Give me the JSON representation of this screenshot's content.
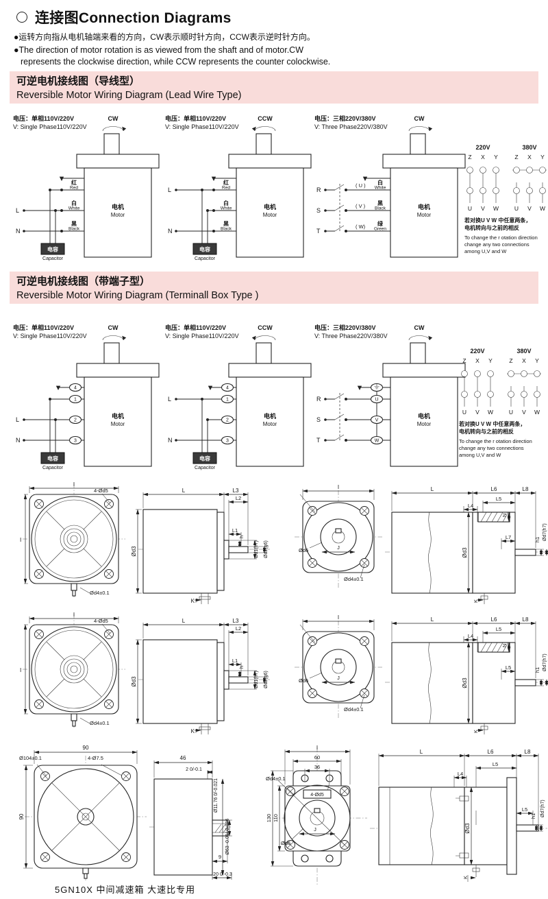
{
  "header": {
    "title": "连接图Connection Diagrams",
    "bullet1": "●运转方向指从电机轴端来看的方向，CW表示顺时针方向，CCW表示逆时针方向。",
    "bullet2_line1": "●The direction of motor rotation is as viewed from the shaft and of motor.CW",
    "bullet2_line2": "represents the clockwise direction, while CCW represents the counter colockwise."
  },
  "banners": {
    "lead": {
      "zh": "可逆电机接线图（导线型）",
      "en": "Reversible Motor Wiring Diagram (Lead Wire Type)"
    },
    "terminal": {
      "zh": "可逆电机接线图（带端子型）",
      "en": "Reversible Motor Wiring Diagram (Terminall Box Type )"
    }
  },
  "wiring": {
    "common": {
      "single_zh": "电压：单相110V/220V",
      "single_en": "V: Single Phase110V/220V",
      "three_zh": "电压：三相220V/380V",
      "three_en": "V: Three Phase220V/380V",
      "cw": "CW",
      "ccw": "CCW",
      "motor_zh": "电机",
      "motor_en": "Motor",
      "cap_zh": "电容",
      "cap_en": "Capacitor",
      "L": "L",
      "N": "N",
      "R": "R",
      "S": "S",
      "T": "T",
      "red_zh": "红",
      "red_en": "Red",
      "white_zh": "白",
      "white_en": "White",
      "black_zh": "黑",
      "black_en": "Black",
      "green_zh": "绿",
      "green_en": "Green",
      "u_paren": "( U )",
      "v_paren": "( V )",
      "w_paren": "( W)"
    },
    "terminals": {
      "t4": "4",
      "t1": "1",
      "t2": "2",
      "t3": "3",
      "u": "U",
      "v": "V",
      "w": "W"
    },
    "winding": {
      "v220": "220V",
      "v380": "380V",
      "z": "Z",
      "x": "X",
      "y": "Y",
      "u": "U",
      "v": "V",
      "w": "W",
      "note_zh1": "若对换U V W 中任意两条，",
      "note_zh2": "电机转向与之前的相反",
      "note_en1": "To change the r otation direction",
      "note_en2": "change  any two connections",
      "note_en3": "among U,V and W"
    }
  },
  "dims": {
    "front_a": {
      "i_top": "I",
      "i_left": "I",
      "holes": "4-Ød5",
      "shaft": "Ød4±0.1"
    },
    "side_a": {
      "L": "L",
      "L3": "L3",
      "L2": "L2",
      "L1": "L1",
      "h": "h",
      "d3": "Ød3",
      "d1": "Ød1(h7)",
      "d2": "Ød2(g6)",
      "K": "K"
    },
    "front_b": {
      "i_top": "I",
      "d6": "Ød6",
      "J": "J",
      "shaft": "Ød4±0.1"
    },
    "side_b1": {
      "L": "L",
      "L6": "L6",
      "L8": "L8",
      "L5": "L5",
      "L4": "L4",
      "N": "N",
      "d3": "Ød3",
      "h1": "h1",
      "d7": "Ød7(h7)",
      "near_shaft": "L7",
      "K": "K"
    },
    "side_b2": {
      "L": "L",
      "L6": "L6",
      "L8": "L8",
      "L5": "L5",
      "L4": "L4",
      "N": "N",
      "d3": "Ød3",
      "h1": "h1",
      "d7": "Ød7(h7)",
      "near_shaft": "L5",
      "K": "K"
    },
    "front_c": {
      "w": "90",
      "h": "90",
      "diag": "Ø104±0.1",
      "holes": "4-Ø7.5"
    },
    "side_c": {
      "w": "46",
      "step": "2 0/-0.1",
      "shaft_d": "Ø11.76 0/-0.021",
      "spigot_d": "Ø63 -0.01/-0.036",
      "depth": "9",
      "len": "20 0/-0.3"
    },
    "front_d": {
      "i_top": "I",
      "d60": "60",
      "d36": "36",
      "holes": "4-Ød5",
      "shaft": "Ød4±0.1",
      "d6": "Ød6",
      "J": "J",
      "h130": "130",
      "h110": "110"
    },
    "side_d": {
      "L": "L",
      "L6": "L6",
      "L8": "L8",
      "L5a": "L5",
      "L4": "L4",
      "d3": "Ød3",
      "L5b": "L5",
      "h1": "h1",
      "d7": "Ød7(h7)",
      "K": "K"
    }
  },
  "footer": {
    "caption": "5GN10X 中间减速箱 大速比专用"
  },
  "colors": {
    "banner_bg": "#f9dcda",
    "ink": "#141414"
  }
}
